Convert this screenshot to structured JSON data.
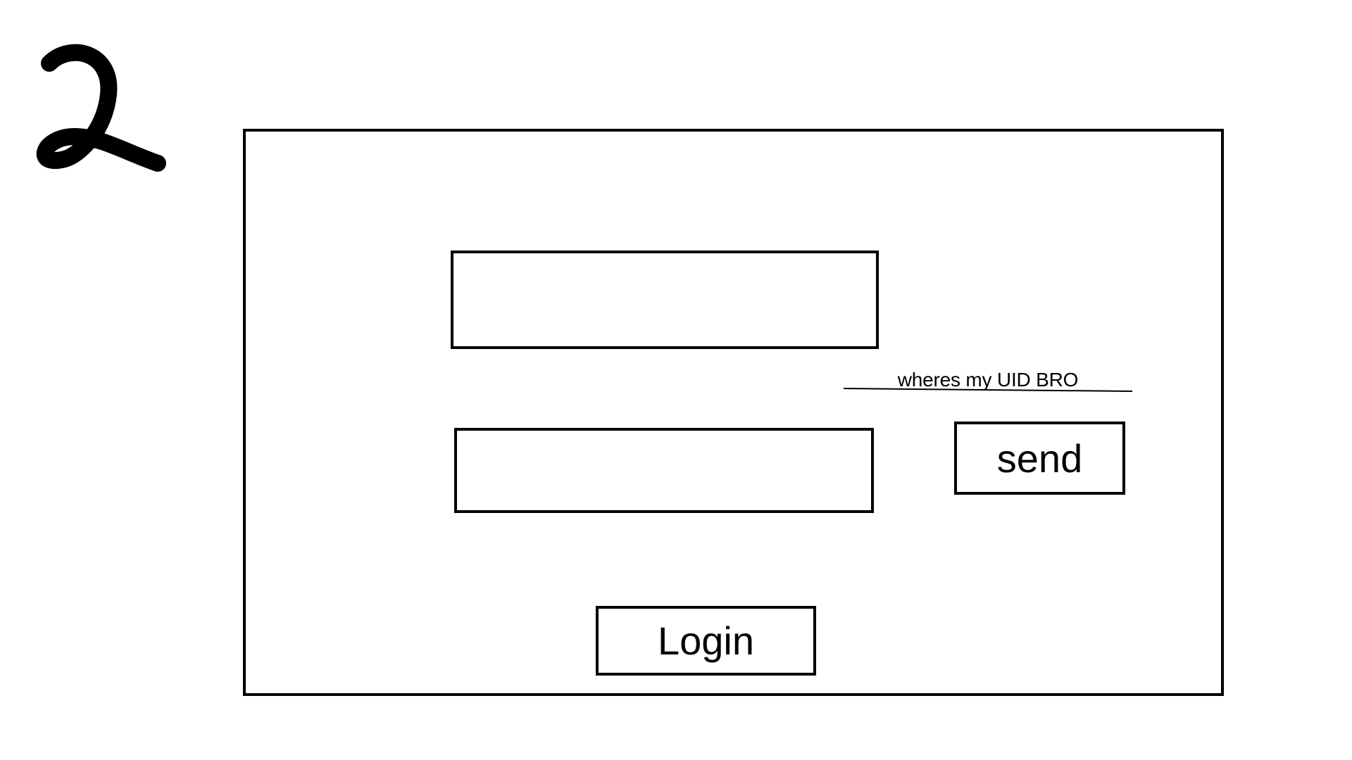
{
  "step_number": "2",
  "form": {
    "field_1": {
      "value": "",
      "placeholder": ""
    },
    "field_2": {
      "value": "",
      "placeholder": ""
    },
    "uid_hint": "wheres my UID BRO",
    "send_label": "send",
    "login_label": "Login"
  }
}
